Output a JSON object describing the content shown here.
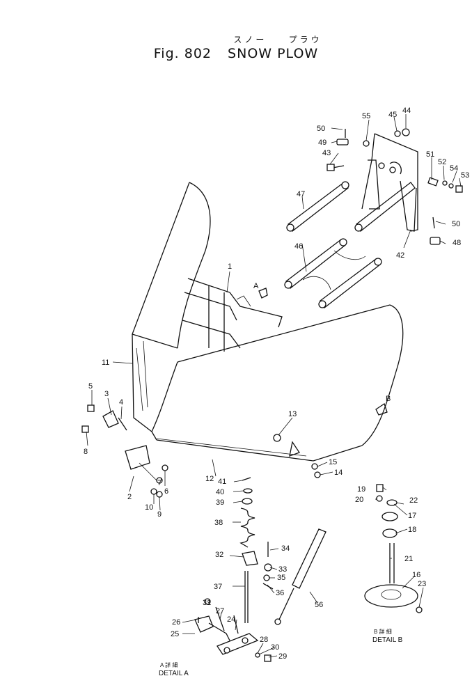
{
  "header": {
    "fig_label": "Fig. 802",
    "title": "SNOW PLOW",
    "title_kana_1": "スノー",
    "title_kana_2": "プラウ"
  },
  "details": {
    "a_kanji": "A 詳 細",
    "a_label": "DETAIL A",
    "b_kanji": "B 詳 細",
    "b_label": "DETAIL B"
  },
  "callouts": [
    "1",
    "2",
    "3",
    "4",
    "5",
    "6",
    "7",
    "8",
    "9",
    "10",
    "11",
    "12",
    "13",
    "14",
    "15",
    "16",
    "17",
    "18",
    "19",
    "20",
    "21",
    "22",
    "23",
    "24",
    "25",
    "26",
    "27",
    "28",
    "29",
    "30",
    "31",
    "32",
    "33",
    "34",
    "35",
    "36",
    "37",
    "38",
    "39",
    "40",
    "41",
    "42",
    "43",
    "44",
    "45",
    "46",
    "47",
    "48",
    "49",
    "50",
    "51",
    "52",
    "53",
    "54",
    "55",
    "56"
  ],
  "view_markers": [
    "A",
    "B"
  ]
}
